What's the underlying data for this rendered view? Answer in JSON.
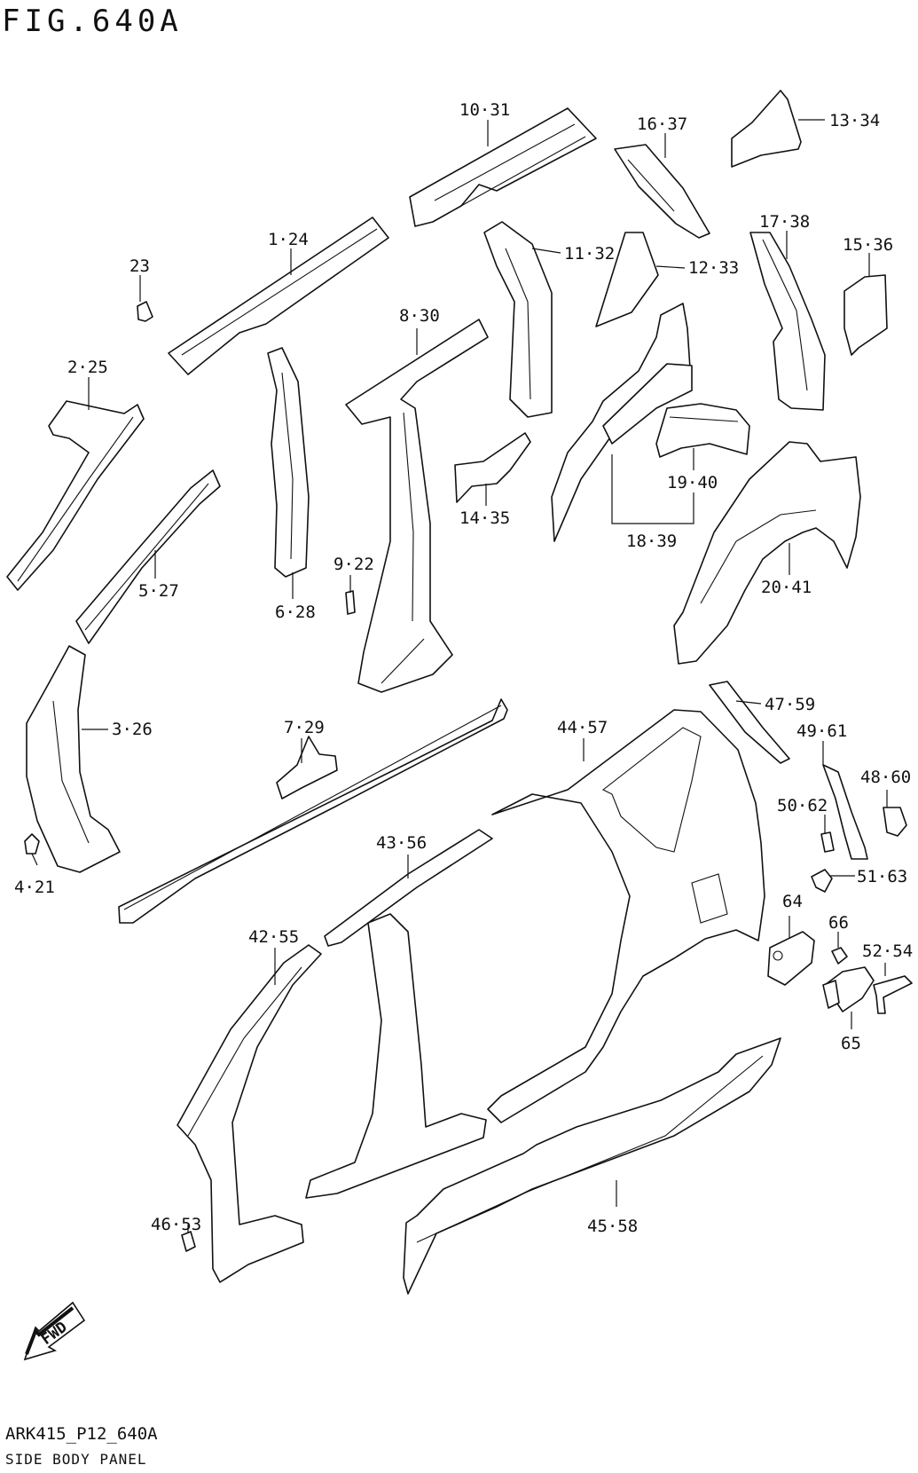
{
  "figure_title": "FIG.640A",
  "footer": {
    "code": "ARK415_P12_640A",
    "name": "SIDE BODY PANEL"
  },
  "fwd_label": "FWD",
  "labels": [
    "10·31",
    "16·37",
    "13·34",
    "1·24",
    "23",
    "11·32",
    "12·33",
    "17·38",
    "15·36",
    "8·30",
    "2·25",
    "14·35",
    "19·40",
    "18·39",
    "5·27",
    "9·22",
    "6·28",
    "20·41",
    "3·26",
    "7·29",
    "44·57",
    "47·59",
    "49·61",
    "48·60",
    "50·62",
    "51·63",
    "4·21",
    "43·56",
    "64",
    "66",
    "42·55",
    "52·54",
    "65",
    "46·53",
    "45·58"
  ]
}
